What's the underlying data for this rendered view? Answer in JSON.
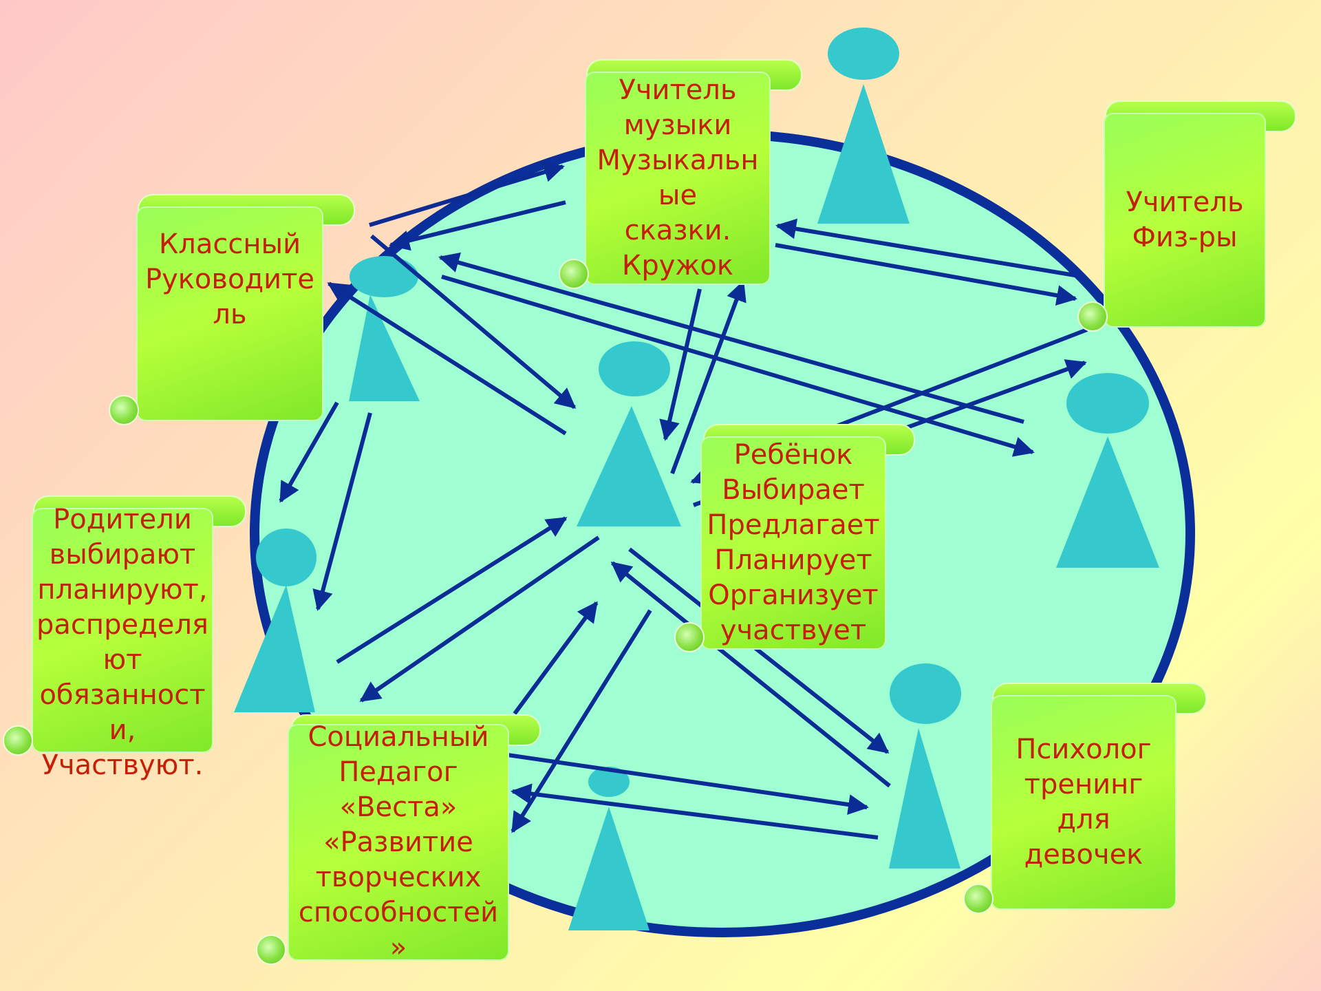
{
  "colors": {
    "circle_fill": "#9fffd2",
    "circle_stroke": "#0a2e9a",
    "arrow": "#0b2c94",
    "person": "#35c9ce",
    "scroll": "#a4ff46",
    "text": "#c42008"
  },
  "nodes": {
    "music_teacher": {
      "text": "Учитель\nмузыки\nМузыкальн\nые\n сказки.\nКружок"
    },
    "pe_teacher": {
      "text": "Учитель\n Физ-ры"
    },
    "class_teacher": {
      "text": "Классный\nРуководите\nль"
    },
    "parents": {
      "text": "Родители\nвыбирают\nпланируют,\nраспределя\nют\nобязанност\nи,\nУчаствуют."
    },
    "child": {
      "text": "Ребёнок\nВыбирает\nПредлагает\nПланирует\nОрганизует\nучаствует"
    },
    "social_pedagogue": {
      "text": "Социальный\nПедагог\n«Веста»\n«Развитие\nтворческих\nспособностей\n»"
    },
    "psychologist": {
      "text": "Психолог\nтренинг\nдля\nдевочек"
    }
  }
}
